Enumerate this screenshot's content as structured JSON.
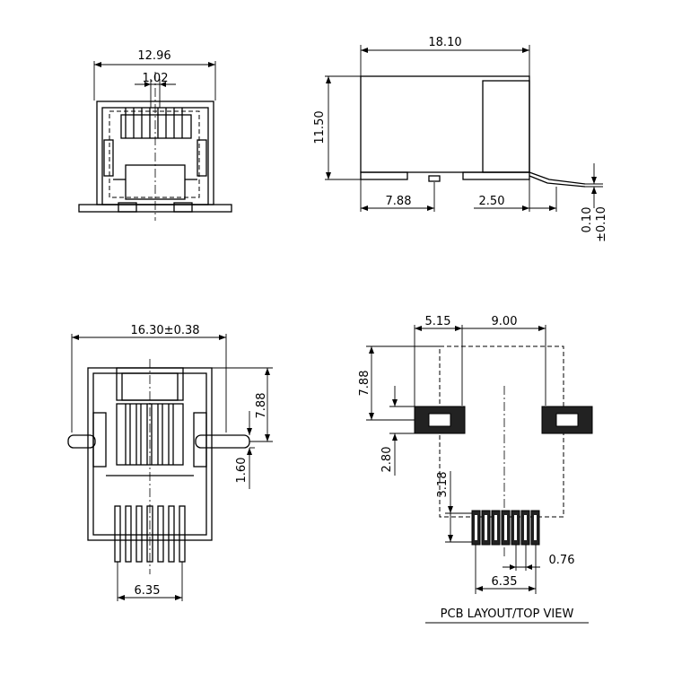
{
  "front_view": {
    "width_dim": "12.96",
    "pitch_dim": "1.02"
  },
  "side_view": {
    "length_dim": "18.10",
    "height_dim": "11.50",
    "post_dim": "7.88",
    "tail_dim": "2.50",
    "standoff_dim": "0.10",
    "standoff_tol": "±0.10"
  },
  "bottom_view": {
    "width_dim": "16.30±0.38",
    "peg_offset_dim": "7.88",
    "peg_height_dim": "1.60",
    "pin_span_dim": "6.35"
  },
  "pcb_layout": {
    "pad_to_edge_dim": "5.15",
    "pad_spacing_dim": "9.00",
    "pad_row_dim": "7.88",
    "pad_height_dim": "2.80",
    "pin_row_dim": "3.18",
    "pin_pitch_dim": "0.76",
    "pin_span_dim": "6.35",
    "caption": "PCB LAYOUT/TOP VIEW"
  }
}
